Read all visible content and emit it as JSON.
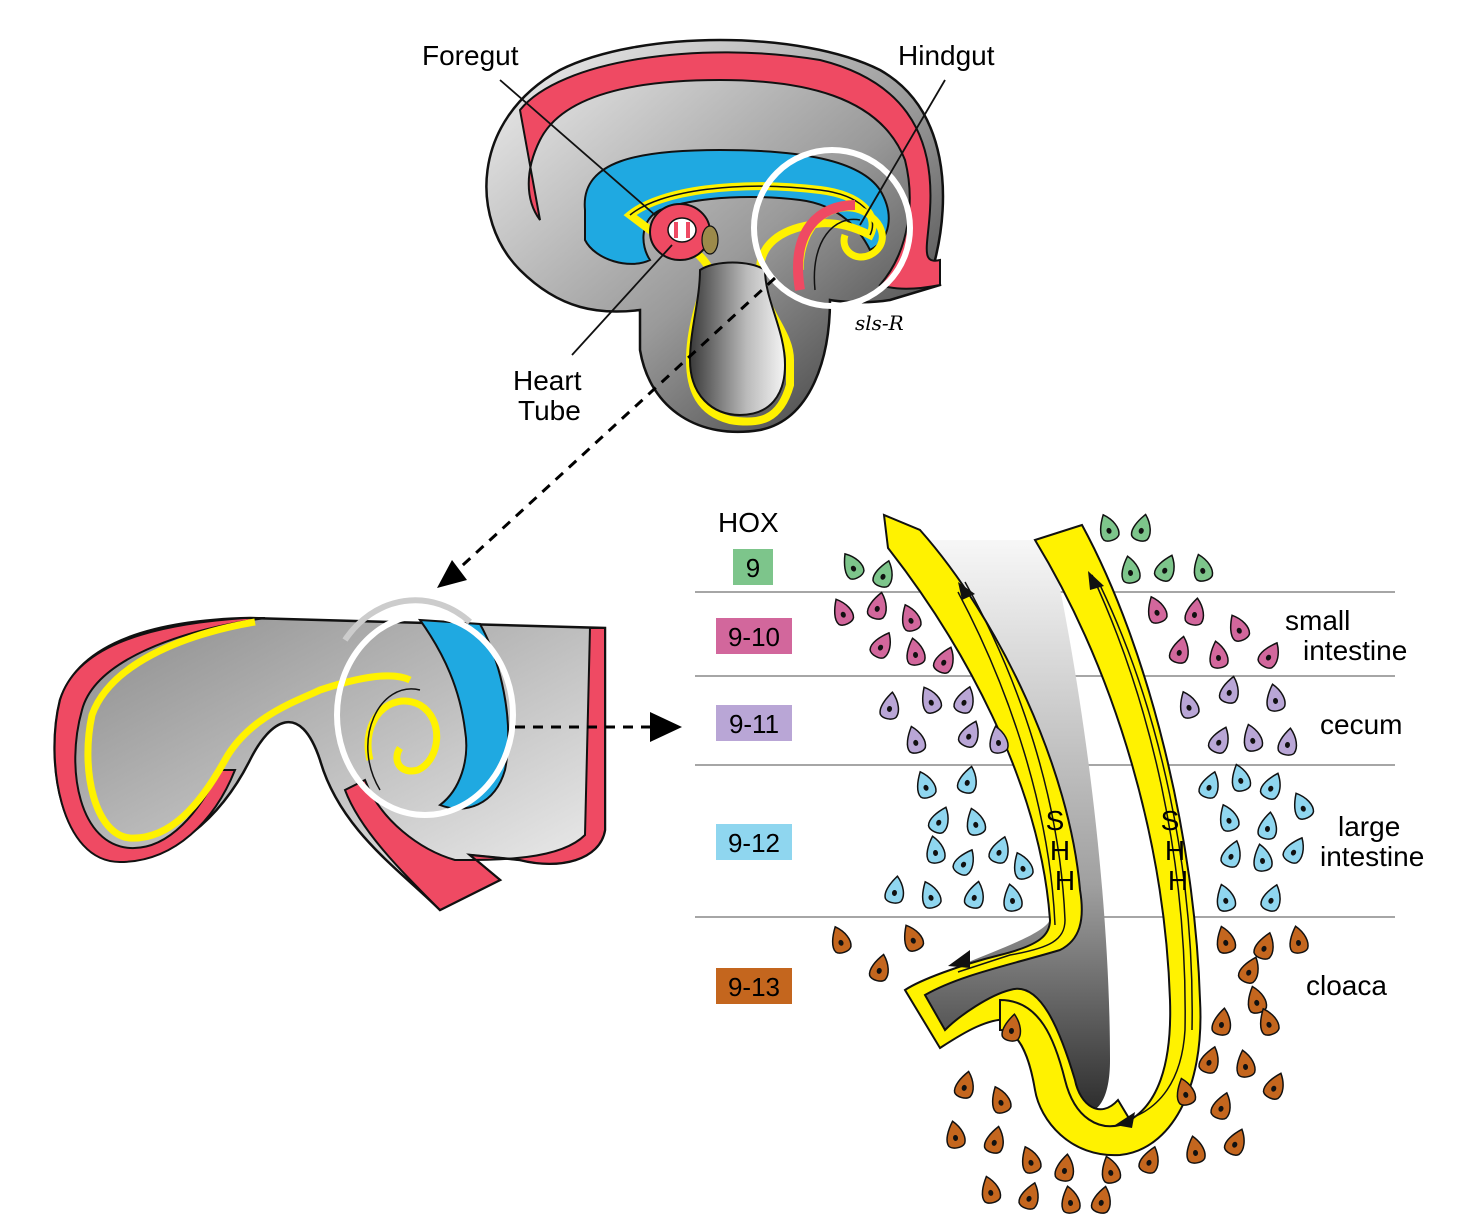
{
  "embryo": {
    "foregut_label": "Foregut",
    "hindgut_label": "Hindgut",
    "heart_tube_line1": "Heart",
    "heart_tube_line2": "Tube",
    "signature": "sls-R"
  },
  "hox_panel": {
    "header": "HOX",
    "zones": [
      {
        "code": "9",
        "region_line1": "",
        "region_line2": "",
        "color": "#7dc58b",
        "cell_color": "#7dc58b"
      },
      {
        "code": "9-10",
        "region_line1": "small",
        "region_line2": "intestine",
        "color": "#d2679c",
        "cell_color": "#d2679c"
      },
      {
        "code": "9-11",
        "region_line1": "cecum",
        "region_line2": "",
        "color": "#b9a6d6",
        "cell_color": "#b9a6d6"
      },
      {
        "code": "9-12",
        "region_line1": "large",
        "region_line2": "intestine",
        "color": "#8fd6ef",
        "cell_color": "#8fd6ef"
      },
      {
        "code": "9-13",
        "region_line1": "cloaca",
        "region_line2": "",
        "color": "#c4661e",
        "cell_color": "#c4661e"
      }
    ],
    "signal_label": "SHH"
  },
  "colors": {
    "ectoderm_red": "#ef4a63",
    "endoderm_yellow": "#fff200",
    "mesoderm_blue": "#1fa9e1",
    "outline": "#111111"
  }
}
